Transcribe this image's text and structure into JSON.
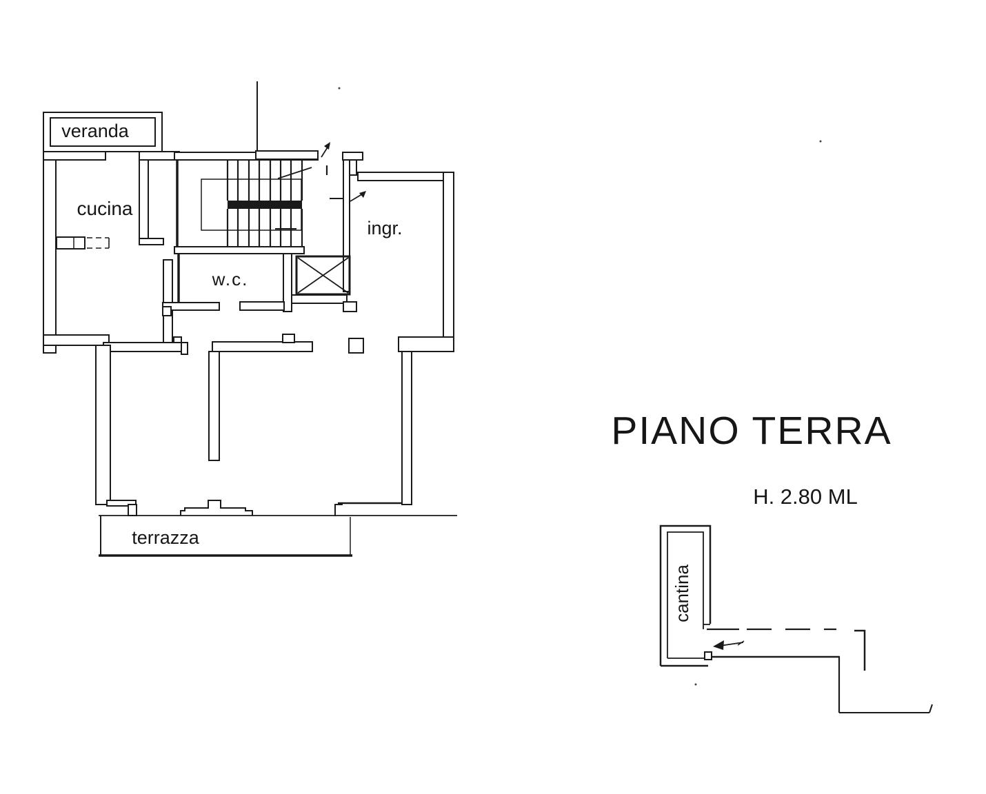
{
  "page": {
    "background": "#ffffff",
    "ink_color": "#1a1a1a"
  },
  "header": {
    "floor_title": "PIANO TERRA",
    "ceiling_height": "H. 2.80 ML"
  },
  "apartment_plan": {
    "rooms": {
      "veranda": "veranda",
      "cucina": "cucina",
      "ingresso": "ingr.",
      "wc": "w.c.",
      "terrazza": "terrazza"
    }
  },
  "cellar_plan": {
    "rooms": {
      "cantina": "cantina"
    }
  }
}
